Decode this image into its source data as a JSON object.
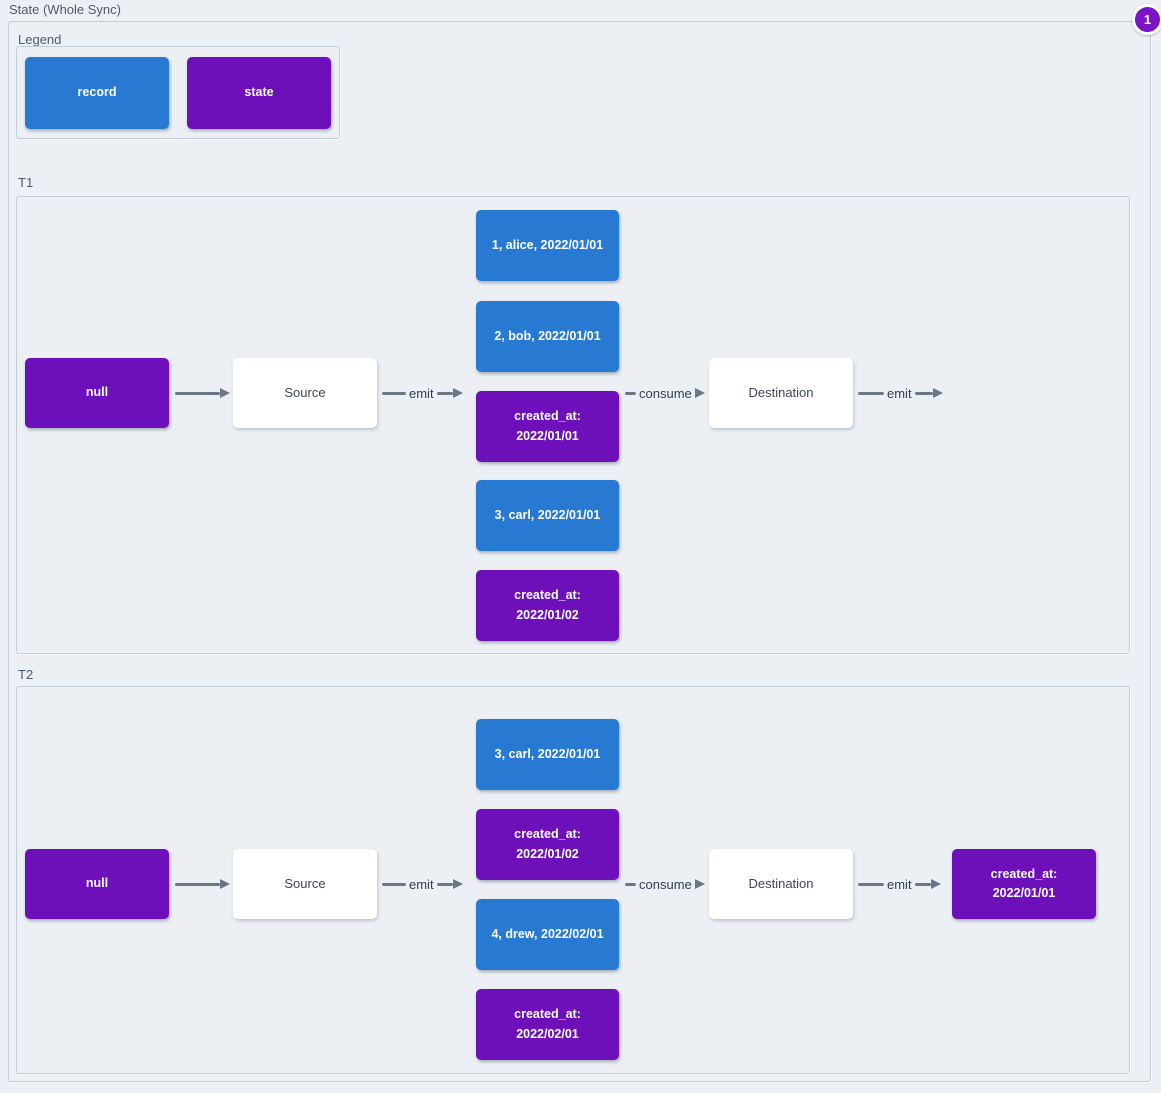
{
  "page": {
    "title": "State (Whole Sync)",
    "badge": "1"
  },
  "colors": {
    "record": "#2879d2",
    "state": "#6d10ba",
    "arrow": "#6b7786",
    "panel_border": "#c2ccd7",
    "background": "#ecf0f5",
    "badge": "#7a14c6"
  },
  "legend": {
    "label": "Legend",
    "items": [
      {
        "type": "record",
        "label": "record"
      },
      {
        "type": "state",
        "label": "state"
      }
    ]
  },
  "sections": [
    {
      "label": "T1",
      "initial_state": "null",
      "source_label": "Source",
      "emit_label": "emit",
      "consume_label": "consume",
      "destination_label": "Destination",
      "output_emit_label": "emit",
      "messages": [
        {
          "type": "record",
          "text": "1, alice, 2022/01/01"
        },
        {
          "type": "record",
          "text": "2, bob, 2022/01/01"
        },
        {
          "type": "state",
          "text": "created_at:\n2022/01/01"
        },
        {
          "type": "record",
          "text": "3, carl, 2022/01/01"
        },
        {
          "type": "state",
          "text": "created_at:\n2022/01/02"
        }
      ]
    },
    {
      "label": "T2",
      "initial_state": "null",
      "source_label": "Source",
      "emit_label": "emit",
      "consume_label": "consume",
      "destination_label": "Destination",
      "output_emit_label": "emit",
      "messages": [
        {
          "type": "record",
          "text": "3, carl, 2022/01/01"
        },
        {
          "type": "state",
          "text": "created_at:\n2022/01/02"
        },
        {
          "type": "record",
          "text": "4, drew, 2022/02/01"
        },
        {
          "type": "state",
          "text": "created_at:\n2022/02/01"
        }
      ],
      "output_state": "created_at:\n2022/01/01"
    }
  ]
}
